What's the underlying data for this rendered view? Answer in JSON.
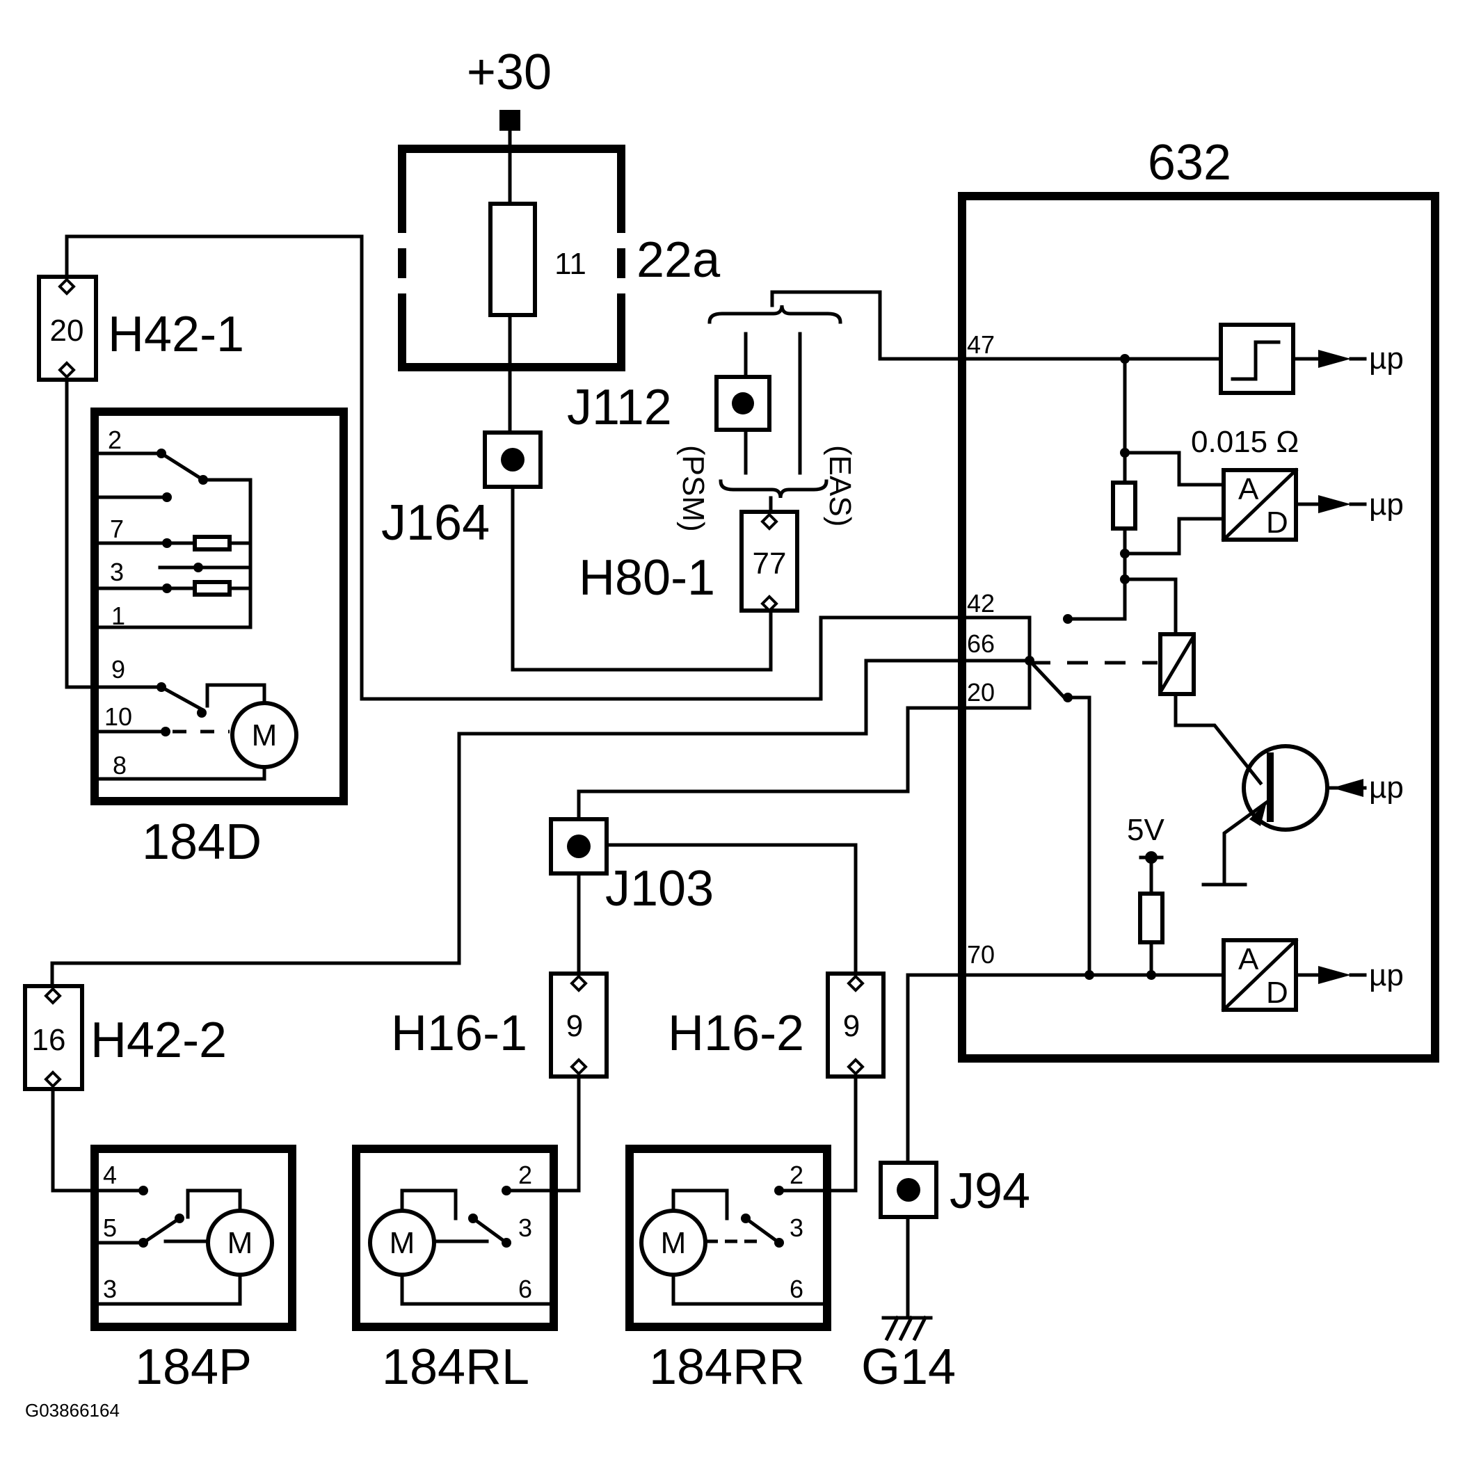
{
  "supply": {
    "label": "+30"
  },
  "fuse": {
    "box": "22a",
    "number": "11"
  },
  "joints": {
    "j112": "J112",
    "j164": "J164",
    "j103": "J103",
    "j94": "J94",
    "psm": "(PSM)",
    "eas": "(EAS)"
  },
  "connectors": {
    "h42_1": {
      "name": "H42-1",
      "pin": "20"
    },
    "h42_2": {
      "name": "H42-2",
      "pin": "16"
    },
    "h80_1": {
      "name": "H80-1",
      "pin": "77"
    },
    "h16_1": {
      "name": "H16-1",
      "pin": "9"
    },
    "h16_2": {
      "name": "H16-2",
      "pin": "9"
    }
  },
  "module": {
    "name": "632",
    "pins": [
      "47",
      "42",
      "66",
      "20",
      "70"
    ],
    "shunt": "0.015 Ω",
    "adc_a": "A",
    "adc_d": "D",
    "up": "µp",
    "vref": "5V"
  },
  "motors": {
    "m184d": {
      "name": "184D",
      "pins": [
        "2",
        "7",
        "3",
        "1",
        "9",
        "10",
        "8"
      ],
      "m": "M"
    },
    "m184p": {
      "name": "184P",
      "pins": [
        "4",
        "5",
        "3"
      ],
      "m": "M"
    },
    "m184rl": {
      "name": "184RL",
      "pins": [
        "2",
        "3",
        "6"
      ],
      "m": "M"
    },
    "m184rr": {
      "name": "184RR",
      "pins": [
        "2",
        "3",
        "6"
      ],
      "m": "M"
    }
  },
  "ground": {
    "name": "G14"
  },
  "figure_id": "G03866164"
}
